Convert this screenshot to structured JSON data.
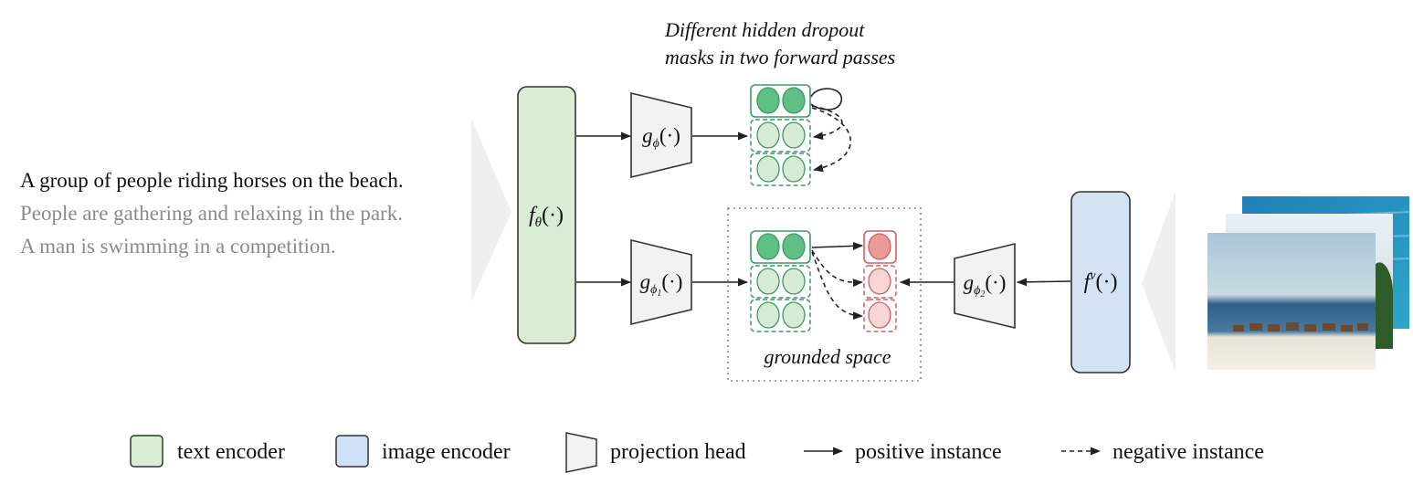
{
  "sentences": [
    {
      "text": "A group of people riding horses on the beach.",
      "color": "#111111"
    },
    {
      "text": "People are gathering and relaxing in the park.",
      "color": "#8a8a8a"
    },
    {
      "text": "A man is swimming in a competition.",
      "color": "#8a8a8a"
    }
  ],
  "top_caption": {
    "line1": "Different hidden dropout",
    "line2": "masks in two forward passes"
  },
  "grounded_label": "grounded space",
  "encoders": {
    "text": {
      "func": "f",
      "sub": "θ",
      "args": "(·)"
    },
    "image": {
      "func": "f",
      "sup": "v",
      "args": "(·)"
    }
  },
  "heads": {
    "g_phi": {
      "func": "g",
      "sub": "ϕ",
      "args": "(·)"
    },
    "g_phi1": {
      "func": "g",
      "sub": "ϕ",
      "subsub": "1",
      "args": "(·)"
    },
    "g_phi2": {
      "func": "g",
      "sub": "ϕ",
      "subsub": "2",
      "args": "(·)"
    }
  },
  "legend": {
    "text_encoder": "text encoder",
    "image_encoder": "image encoder",
    "projection_head": "projection head",
    "positive_instance": "positive instance",
    "negative_instance": "negative instance"
  },
  "colors": {
    "text_encoder_fill": "#d9ecd4",
    "image_encoder_fill": "#d3e3f4",
    "green_dark": "#5fbf85",
    "green_light": "#d5ebd3",
    "green_stroke": "#3d9a63",
    "red_dark": "#eb9a9a",
    "red_light": "#f7d6d6",
    "red_stroke": "#d26060",
    "head_fill": "#f2f2f2"
  }
}
